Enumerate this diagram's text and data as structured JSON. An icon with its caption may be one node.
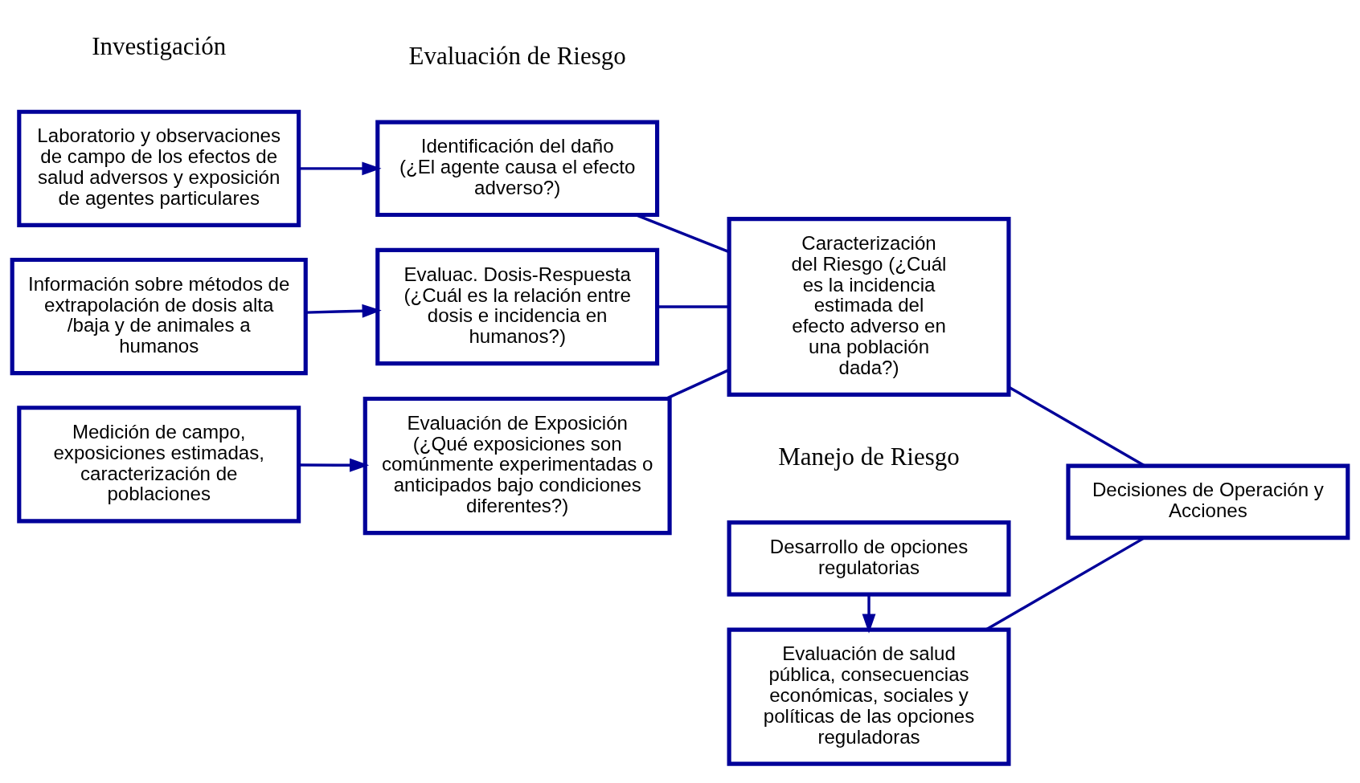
{
  "diagram": {
    "nodes": [
      {
        "text": [
          "Laboratorio y observaciones de campo de los efectos de salud adversos y exposición de agentes particulares"
        ]
      },
      {
        "text": [
          "Información sobre métodos de extrapolación de dosis alta /baja y de animales a humanos"
        ]
      },
      {
        "text": [
          "Medición de campo, exposiciones estimadas, caracterización de poblaciones"
        ]
      },
      {
        "text": [
          "Identificación del daño",
          "(¿El agente causa el efecto adverso?)"
        ]
      },
      {
        "text": [
          "Evaluac. Dosis-Respuesta",
          "(¿Cuál es la relación entre dosis e incidencia en  humanos?)"
        ]
      },
      {
        "text": [
          "Evaluación de Exposición",
          "(¿Qué exposiciones son comúnmente experimentadas o anticipados bajo condiciones diferentes?)"
        ]
      },
      {
        "text": [
          "Caracterización del Riesgo (¿Cuál es la incidencia estimada del efecto adverso en una población dada?)"
        ]
      },
      {
        "text": [
          "Desarrollo de opciones regulatorias"
        ]
      },
      {
        "text": [
          "Evaluación de salud pública, consecuencias económicas, sociales y políticas de las opciones reguladoras"
        ]
      },
      {
        "text": [
          "Decisiones de Operación y Acciones"
        ]
      }
    ],
    "edges": [
      {
        "from": 0,
        "to": 3,
        "arrow": "to"
      },
      {
        "from": 1,
        "to": 4,
        "arrow": "to"
      },
      {
        "from": 2,
        "to": 5,
        "arrow": "to"
      },
      {
        "from": 3,
        "to": 6,
        "arrow": "none"
      },
      {
        "from": 4,
        "to": 6,
        "arrow": "none"
      },
      {
        "from": 5,
        "to": 6,
        "arrow": "none"
      },
      {
        "from": 7,
        "to": 8,
        "arrow": "to"
      },
      {
        "from": 6,
        "to": 9,
        "arrow": "none"
      },
      {
        "from": 8,
        "to": 9,
        "arrow": "none"
      }
    ],
    "labels": [
      "Investigación",
      "Evaluación de Riesgo",
      "Manejo de Riesgo"
    ]
  }
}
